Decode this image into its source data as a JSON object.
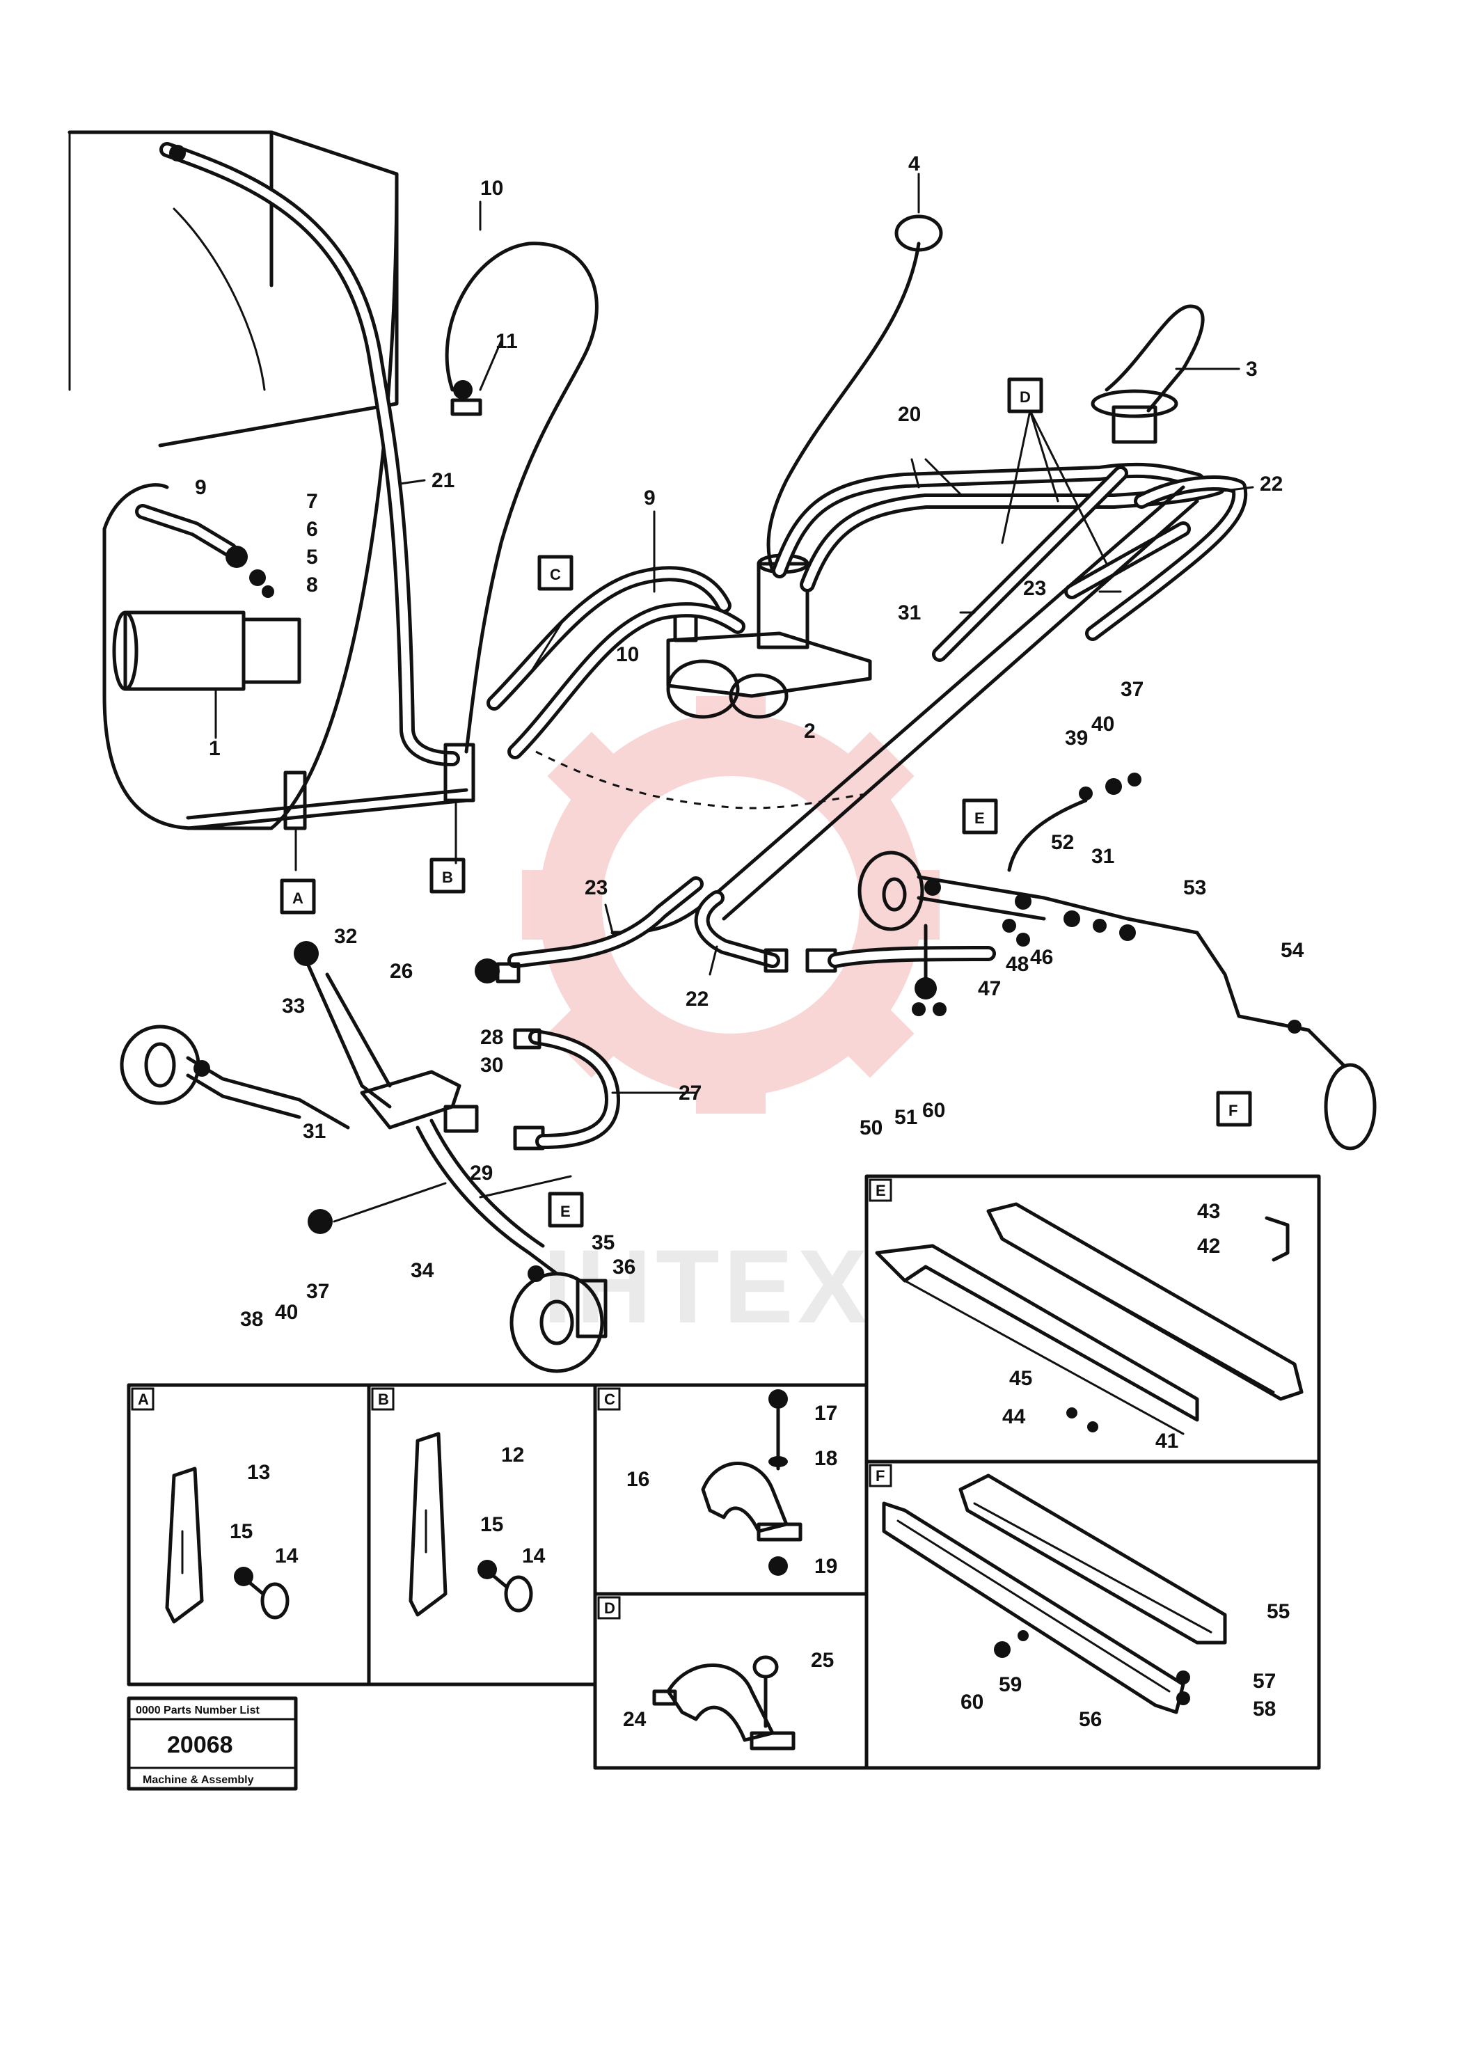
{
  "watermark": {
    "text": "IHTEX",
    "color": "#e84a4a"
  },
  "ref_boxes": [
    "A",
    "B",
    "C",
    "D",
    "E",
    "F"
  ],
  "detail_boxes": [
    {
      "letter": "A",
      "labels": [
        "13",
        "15",
        "14"
      ]
    },
    {
      "letter": "B",
      "labels": [
        "12",
        "15",
        "14"
      ]
    },
    {
      "letter": "C",
      "labels": [
        "17",
        "18",
        "16",
        "19"
      ]
    },
    {
      "letter": "D",
      "labels": [
        "25",
        "24"
      ]
    },
    {
      "letter": "E",
      "labels": [
        "43",
        "42",
        "45",
        "44",
        "41"
      ]
    },
    {
      "letter": "F",
      "labels": [
        "55",
        "57",
        "58",
        "56",
        "59",
        "60"
      ]
    }
  ],
  "main_labels": [
    "10",
    "11",
    "4",
    "3",
    "21",
    "9",
    "7",
    "6",
    "5",
    "8",
    "20",
    "D",
    "22",
    "C",
    "9",
    "10",
    "31",
    "23",
    "1",
    "2",
    "37",
    "40",
    "39",
    "E",
    "52",
    "31",
    "53",
    "A",
    "B",
    "32",
    "23",
    "26",
    "22",
    "54",
    "48",
    "46",
    "47",
    "33",
    "28",
    "30",
    "27",
    "50",
    "51",
    "60",
    "F",
    "31",
    "29",
    "E",
    "35",
    "36",
    "34",
    "38",
    "40",
    "37"
  ],
  "plate": {
    "line1": "0000 Parts Number List",
    "number": "20068",
    "line2": "Machine & Assembly"
  }
}
